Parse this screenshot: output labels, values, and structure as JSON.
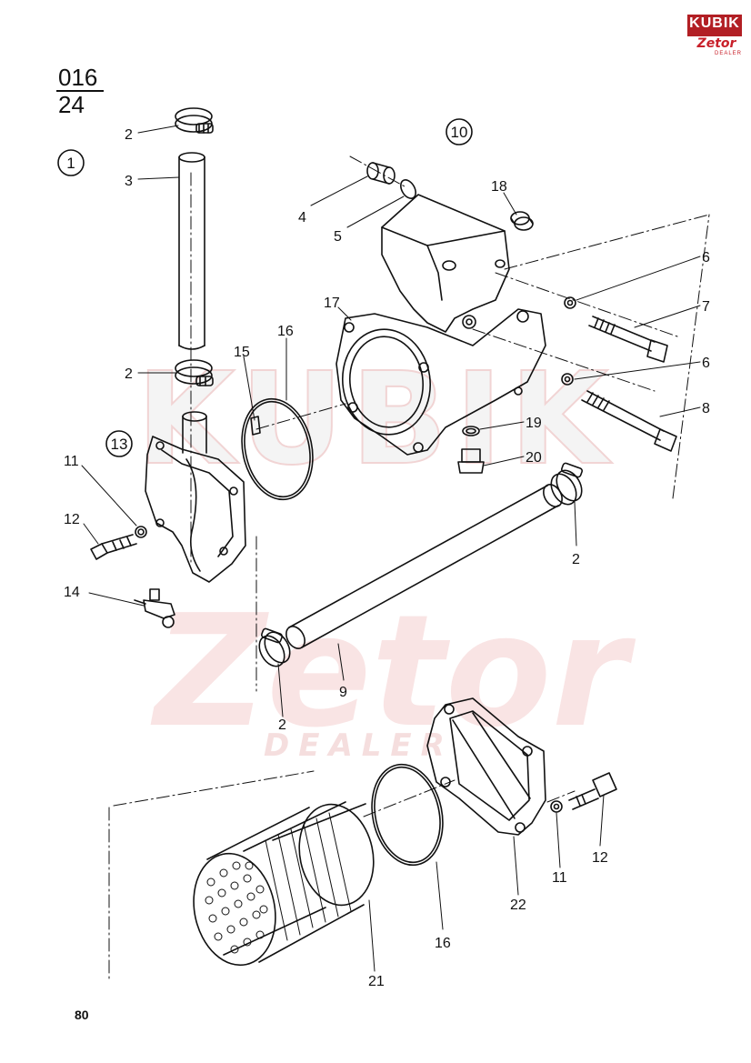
{
  "header": {
    "code_top": "016",
    "code_bottom": "24"
  },
  "logo": {
    "brand": "KUBIK",
    "sub": "Zetor",
    "tag": "DEALER"
  },
  "watermark": {
    "brand": "KUBIK",
    "sub": "Zetor",
    "tag": "DEALER"
  },
  "groups": [
    {
      "id": "g1",
      "text": "1"
    },
    {
      "id": "g10",
      "text": "10"
    },
    {
      "id": "g13",
      "text": "13"
    }
  ],
  "labels": [
    {
      "id": "l2a",
      "text": "2"
    },
    {
      "id": "l3",
      "text": "3"
    },
    {
      "id": "l2b",
      "text": "2"
    },
    {
      "id": "l4",
      "text": "4"
    },
    {
      "id": "l5",
      "text": "5"
    },
    {
      "id": "l18",
      "text": "18"
    },
    {
      "id": "l6a",
      "text": "6"
    },
    {
      "id": "l7",
      "text": "7"
    },
    {
      "id": "l17",
      "text": "17"
    },
    {
      "id": "l16a",
      "text": "16"
    },
    {
      "id": "l15",
      "text": "15"
    },
    {
      "id": "l6b",
      "text": "6"
    },
    {
      "id": "l8",
      "text": "8"
    },
    {
      "id": "l19",
      "text": "19"
    },
    {
      "id": "l20",
      "text": "20"
    },
    {
      "id": "l11a",
      "text": "11"
    },
    {
      "id": "l12a",
      "text": "12"
    },
    {
      "id": "l14",
      "text": "14"
    },
    {
      "id": "l2c",
      "text": "2"
    },
    {
      "id": "l9",
      "text": "9"
    },
    {
      "id": "l2d",
      "text": "2"
    },
    {
      "id": "l12b",
      "text": "12"
    },
    {
      "id": "l11b",
      "text": "11"
    },
    {
      "id": "l22",
      "text": "22"
    },
    {
      "id": "l16b",
      "text": "16"
    },
    {
      "id": "l21",
      "text": "21"
    }
  ],
  "footer": {
    "page_number": "80"
  }
}
